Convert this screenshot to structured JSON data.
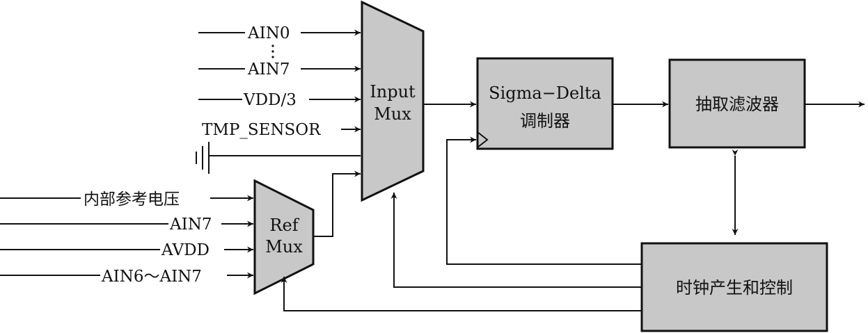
{
  "inputs": {
    "ain0": "AIN0",
    "ain7": "AIN7",
    "vdd3": "VDD/3",
    "tmp_sensor": "TMP_SENSOR"
  },
  "ref_inputs": {
    "internal_ref": "内部参考电压",
    "ain7": "AIN7",
    "avdd": "AVDD",
    "ain6_ain7": "AIN6～AIN7"
  },
  "blocks": {
    "input_mux": {
      "line1": "Input",
      "line2": "Mux"
    },
    "ref_mux": {
      "line1": "Ref",
      "line2": "Mux"
    },
    "sigma_delta": {
      "line1": "Sigma−Delta",
      "line2": "调制器"
    },
    "decimation_filter": "抽取滤波器",
    "clock_gen": "时钟产生和控制"
  },
  "colors": {
    "block_fill": "#c8c8c8",
    "line": "#111111"
  }
}
